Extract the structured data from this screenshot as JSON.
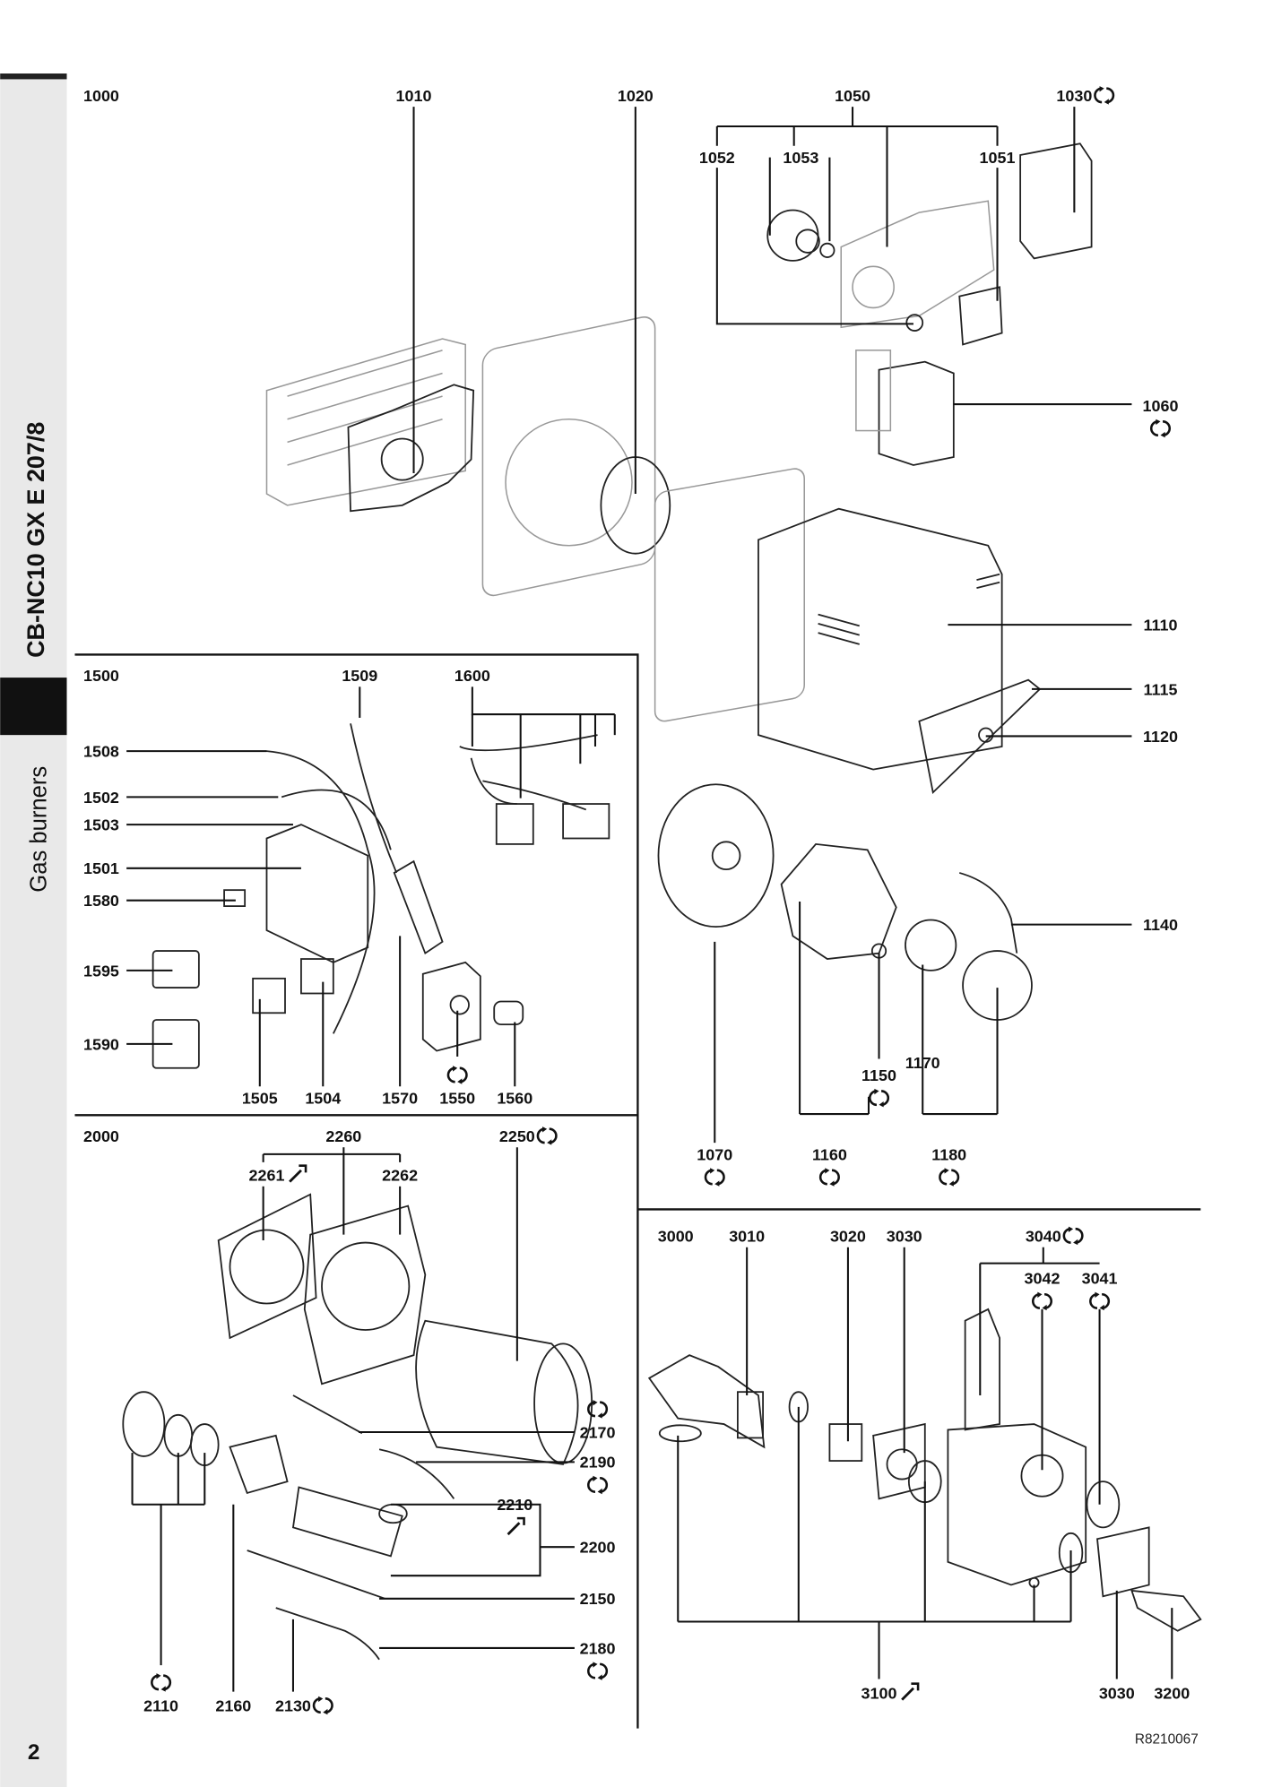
{
  "sidebar": {
    "product": "CB-NC10 GX E 207/8",
    "category": "Gas burners"
  },
  "page_number": "2",
  "drawing_ref": "R8210067",
  "icons": {
    "replace": "cycle-arrows-icon",
    "tool": "wrench-icon"
  },
  "labels": [
    {
      "text": "1000"
    },
    {
      "text": "1010"
    },
    {
      "text": "1020"
    },
    {
      "text": "1050"
    },
    {
      "text": "1030",
      "icon": "replace"
    },
    {
      "text": "1052"
    },
    {
      "text": "1053"
    },
    {
      "text": "1051"
    },
    {
      "text": "1060",
      "icon": "replace"
    },
    {
      "text": "1110"
    },
    {
      "text": "1115"
    },
    {
      "text": "1120"
    },
    {
      "text": "1140"
    },
    {
      "text": "1070",
      "icon": "replace"
    },
    {
      "text": "1160",
      "icon": "replace"
    },
    {
      "text": "1150",
      "icon": "replace"
    },
    {
      "text": "1170"
    },
    {
      "text": "1180",
      "icon": "replace"
    },
    {
      "text": "1500"
    },
    {
      "text": "1509"
    },
    {
      "text": "1600"
    },
    {
      "text": "1508"
    },
    {
      "text": "1502"
    },
    {
      "text": "1503"
    },
    {
      "text": "1501"
    },
    {
      "text": "1580"
    },
    {
      "text": "1595"
    },
    {
      "text": "1590"
    },
    {
      "text": "1505"
    },
    {
      "text": "1504"
    },
    {
      "text": "1570"
    },
    {
      "text": "1550",
      "icon": "replace"
    },
    {
      "text": "1560"
    },
    {
      "text": "2000"
    },
    {
      "text": "2260"
    },
    {
      "text": "2250",
      "icon": "replace"
    },
    {
      "text": "2261",
      "icon": "tool"
    },
    {
      "text": "2262"
    },
    {
      "text": "2170",
      "icon": "replace"
    },
    {
      "text": "2190",
      "icon": "replace"
    },
    {
      "text": "2210",
      "icon": "tool"
    },
    {
      "text": "2200"
    },
    {
      "text": "2150"
    },
    {
      "text": "2180",
      "icon": "replace"
    },
    {
      "text": "2110",
      "icon": "replace"
    },
    {
      "text": "2160"
    },
    {
      "text": "2130",
      "icon": "replace"
    },
    {
      "text": "3000"
    },
    {
      "text": "3010"
    },
    {
      "text": "3020"
    },
    {
      "text": "3030"
    },
    {
      "text": "3040",
      "icon": "replace"
    },
    {
      "text": "3042",
      "icon": "replace"
    },
    {
      "text": "3041",
      "icon": "replace"
    },
    {
      "text": "3100",
      "icon": "tool"
    },
    {
      "text": "3030"
    },
    {
      "text": "3200"
    }
  ]
}
